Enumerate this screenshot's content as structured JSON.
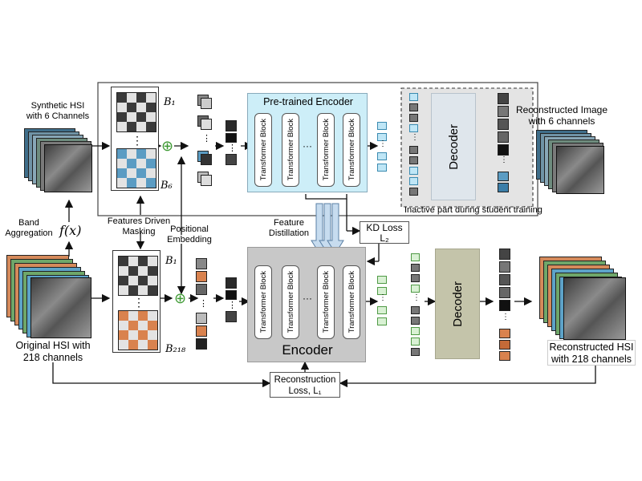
{
  "labels": {
    "synthetic_hsi": "Synthetic HSI\nwith 6 Channels",
    "original_hsi": "Original HSI with\n218 channels",
    "band_aggregation": "Band\nAggregation",
    "f_x": "f(x)",
    "features_driven_masking": "Features Driven\nMasking",
    "positional_embedding": "Positional\nEmbedding",
    "feature_distillation": "Feature\nDistillation",
    "kd_loss": "KD Loss\nL₂",
    "pretrained_encoder": "Pre-trained Encoder",
    "encoder": "Encoder",
    "transformer_block": "Transformer Block",
    "ellipsis_h": "···",
    "ellipsis_v": "⋮",
    "decoder_top": "Decoder",
    "decoder_bottom": "Decoder",
    "reconstructed_image": "Reconstructed Image\nwith 6 channels",
    "inactive_part": "Inactive part during student training",
    "reconstructed_hsi": "Reconstructed HSI\nwith 218 channels",
    "reconstruction_loss": "Reconstruction\nLoss, L₁",
    "b1_top": "B₁",
    "b6": "B₆",
    "b1_bottom": "B₁",
    "b218": "B₂₁₈",
    "plus": "⊕"
  },
  "colors": {
    "pretrained_fill": "#cdeef8",
    "encoder_fill": "#c8c8c8",
    "inactive_fill": "#e4e4e4",
    "decoder_top_fill": "#dfe6ec",
    "decoder_bottom_fill": "#c4c4aa",
    "blue_patch": "#5b9cc3",
    "orange_patch": "#d9824e",
    "token_blue": "#bfe6f6",
    "token_green": "#d9f1d4",
    "arrow_fill": "#c7dcef",
    "plus_green": "#6cba5e"
  }
}
